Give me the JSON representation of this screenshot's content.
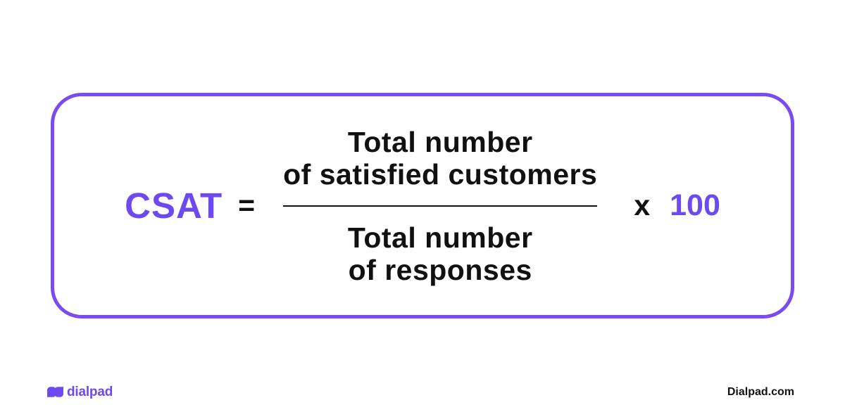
{
  "colors": {
    "background": "#ffffff",
    "brand_purple": "#6d49f2",
    "border_purple": "#7a4bf1",
    "text_black": "#111111"
  },
  "formula": {
    "label": "CSAT",
    "equals": "=",
    "numerator": [
      "Total number",
      "of satisfied customers"
    ],
    "denominator": [
      "Total number",
      "of responses"
    ],
    "multiply": "x",
    "multiplier": "100"
  },
  "footer": {
    "brand": "dialpad",
    "site": "Dialpad.com"
  }
}
